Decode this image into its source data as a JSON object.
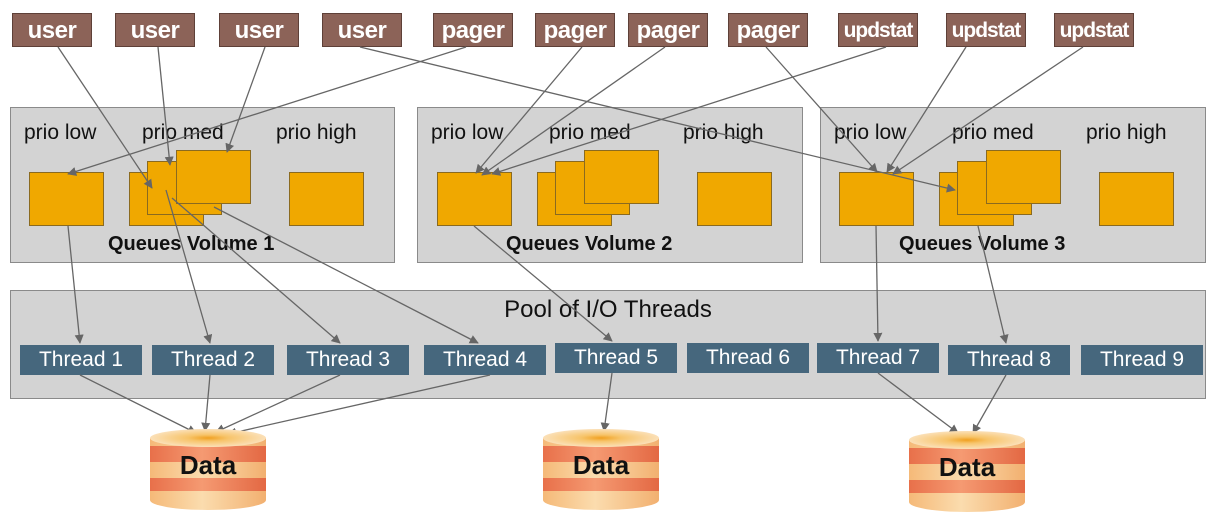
{
  "sources": [
    {
      "label": "user"
    },
    {
      "label": "user"
    },
    {
      "label": "user"
    },
    {
      "label": "user"
    },
    {
      "label": "pager"
    },
    {
      "label": "pager"
    },
    {
      "label": "pager"
    },
    {
      "label": "pager"
    },
    {
      "label": "updstat"
    },
    {
      "label": "updstat"
    },
    {
      "label": "updstat"
    }
  ],
  "volumes": [
    {
      "title": "Queues Volume 1",
      "prio_low": "prio low",
      "prio_med": "prio med",
      "prio_high": "prio high"
    },
    {
      "title": "Queues Volume 2",
      "prio_low": "prio low",
      "prio_med": "prio med",
      "prio_high": "prio high"
    },
    {
      "title": "Queues Volume 3",
      "prio_low": "prio low",
      "prio_med": "prio med",
      "prio_high": "prio high"
    }
  ],
  "pool": {
    "title": "Pool of I/O Threads"
  },
  "threads": [
    {
      "label": "Thread 1"
    },
    {
      "label": "Thread 2"
    },
    {
      "label": "Thread 3"
    },
    {
      "label": "Thread 4"
    },
    {
      "label": "Thread 5"
    },
    {
      "label": "Thread 6"
    },
    {
      "label": "Thread 7"
    },
    {
      "label": "Thread 8"
    },
    {
      "label": "Thread 9"
    }
  ],
  "stores": [
    {
      "label": "Data"
    },
    {
      "label": "Data"
    },
    {
      "label": "Data"
    }
  ],
  "colors": {
    "source": "#8c6358",
    "queue": "#f0a800",
    "volume_bg": "#d3d3d3",
    "thread": "#46677d",
    "arrow": "#666666",
    "cylinder_light": "#f8cc98",
    "cylinder_band": "#ee7b52"
  }
}
